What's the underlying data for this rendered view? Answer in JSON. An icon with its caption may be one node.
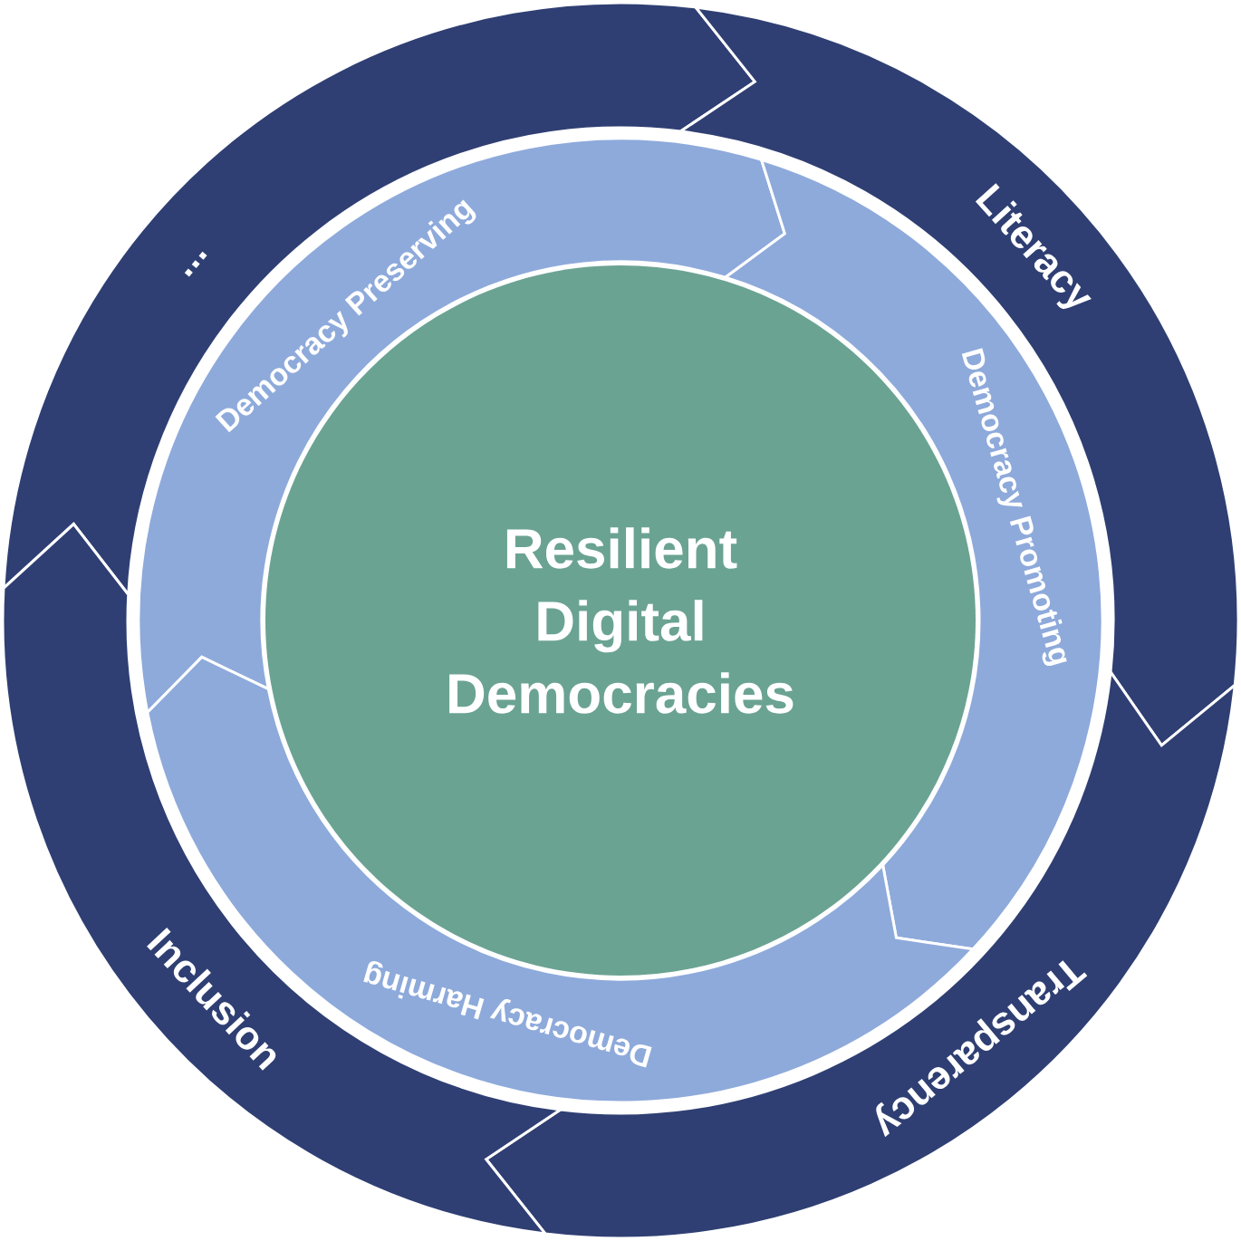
{
  "diagram": {
    "nodes": [
      {
        "text": [
          "Resilient Digital Democracies"
        ]
      },
      {
        "text": [
          "Democracy Preserving"
        ]
      },
      {
        "text": [
          "Democracy Promoting"
        ]
      },
      {
        "text": [
          "Democracy Harming"
        ]
      },
      {
        "text": [
          "..."
        ]
      },
      {
        "text": [
          "Literacy"
        ]
      },
      {
        "text": [
          "Transparency"
        ]
      },
      {
        "text": [
          "Inclusion"
        ]
      }
    ]
  }
}
